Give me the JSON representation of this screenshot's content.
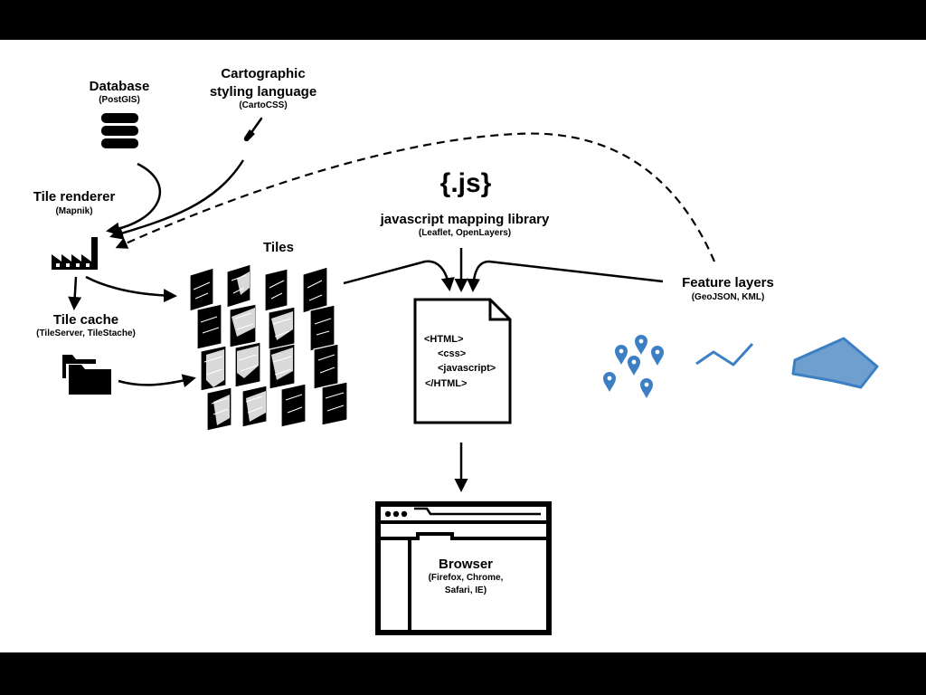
{
  "database": {
    "title": "Database",
    "sub": "(PostGIS)",
    "icon": "database-icon"
  },
  "styling": {
    "title_line1": "Cartographic",
    "title_line2": "styling language",
    "sub": "(CartoCSS)",
    "icon": "paintbrush-icon"
  },
  "renderer": {
    "title": "Tile renderer",
    "sub": "(Mapnik)",
    "icon": "factory-icon"
  },
  "cache": {
    "title": "Tile cache",
    "sub": "(TileServer, TileStache)",
    "icon": "folder-icon"
  },
  "tiles": {
    "title": "Tiles"
  },
  "jslib": {
    "glyph": "{.js}",
    "title": "javascript mapping library",
    "sub": "(Leaflet, OpenLayers)"
  },
  "document": {
    "lines": [
      "<HTML>",
      "<css>",
      "<javascript>",
      "</HTML>"
    ],
    "icon": "document-icon"
  },
  "features": {
    "title": "Feature layers",
    "sub": "(GeoJSON, KML)",
    "colors": {
      "fill": "#6f9fcf",
      "stroke": "#3d7fc4"
    }
  },
  "browser": {
    "title": "Browser",
    "sub_line1": "(Firefox, Chrome,",
    "sub_line2": "Safari, IE)",
    "icon": "browser-window-icon"
  }
}
